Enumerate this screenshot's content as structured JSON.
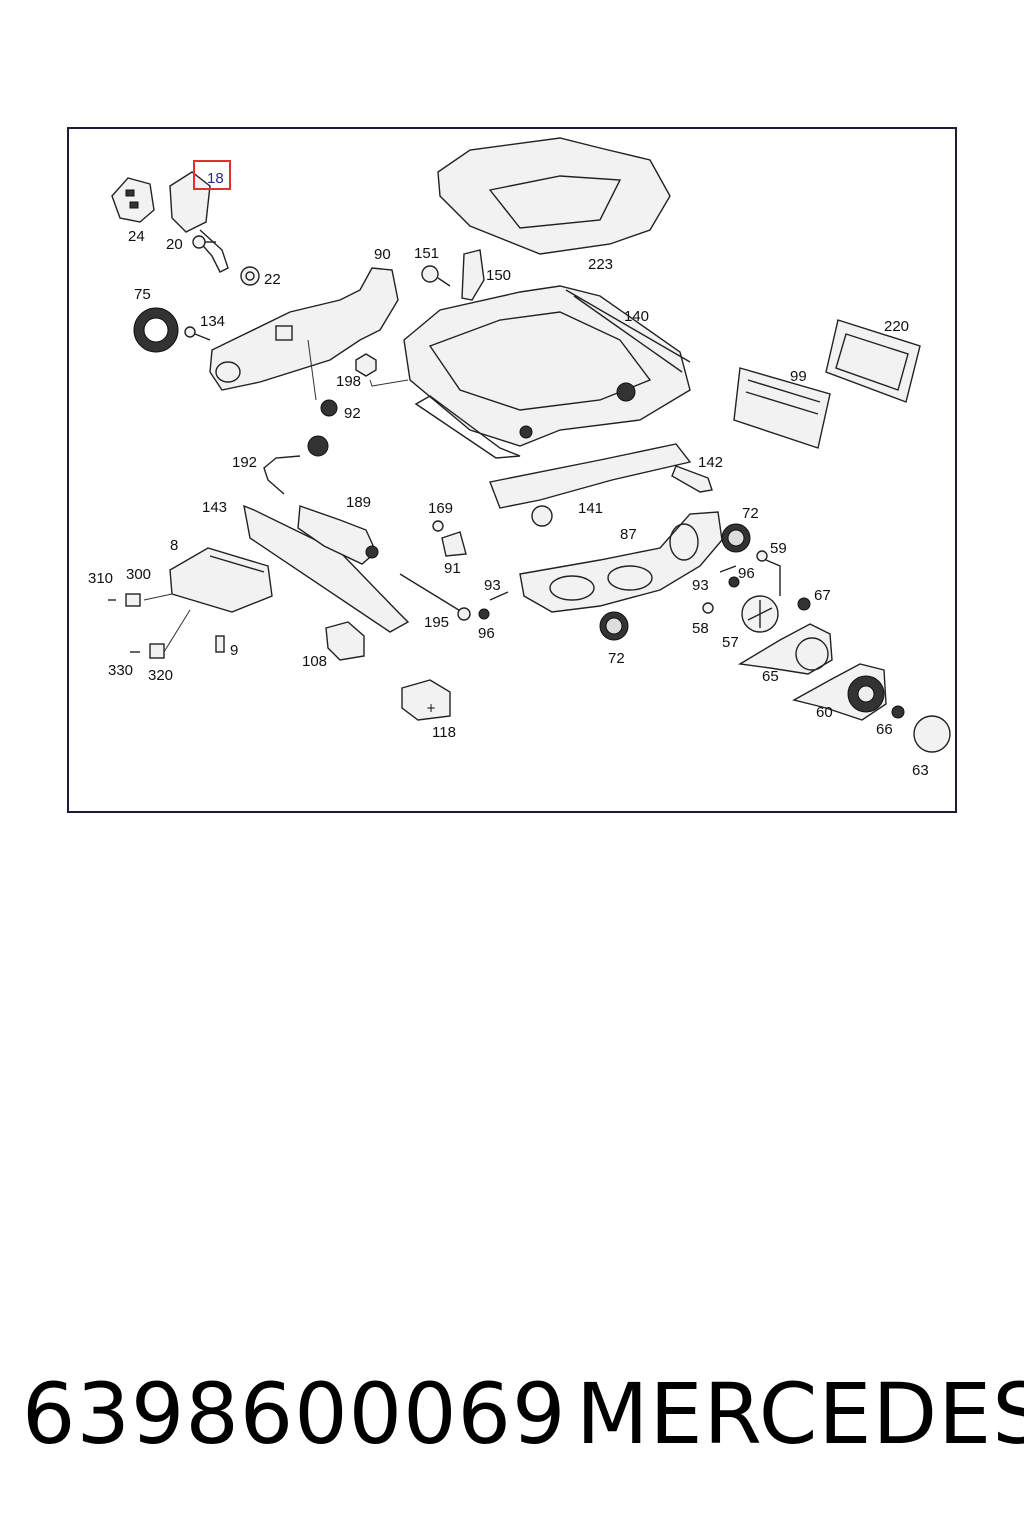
{
  "diagram": {
    "highlighted_callout": "18",
    "highlight_color": "#e03030",
    "callouts": {
      "c18": "18",
      "c24": "24",
      "c20": "20",
      "c22": "22",
      "c75": "75",
      "c134": "134",
      "c90": "90",
      "c151": "151",
      "c150": "150",
      "c223": "223",
      "c140": "140",
      "c220": "220",
      "c198": "198",
      "c92": "92",
      "c99": "99",
      "c192": "192",
      "c142": "142",
      "c143": "143",
      "c189": "189",
      "c169": "169",
      "c141": "141",
      "c72a": "72",
      "c87": "87",
      "c8": "8",
      "c59": "59",
      "c91": "91",
      "c310": "310",
      "c300": "300",
      "c93a": "93",
      "c96a": "96",
      "c93b": "93",
      "c96b": "96",
      "c67": "67",
      "c195": "195",
      "c58": "58",
      "c9": "9",
      "c330": "330",
      "c320": "320",
      "c108": "108",
      "c72b": "72",
      "c57": "57",
      "c65": "65",
      "c60": "60",
      "c66": "66",
      "c118": "118",
      "c63": "63"
    }
  },
  "footer": {
    "part_number": "6398600069",
    "brand": "MERCEDES"
  }
}
